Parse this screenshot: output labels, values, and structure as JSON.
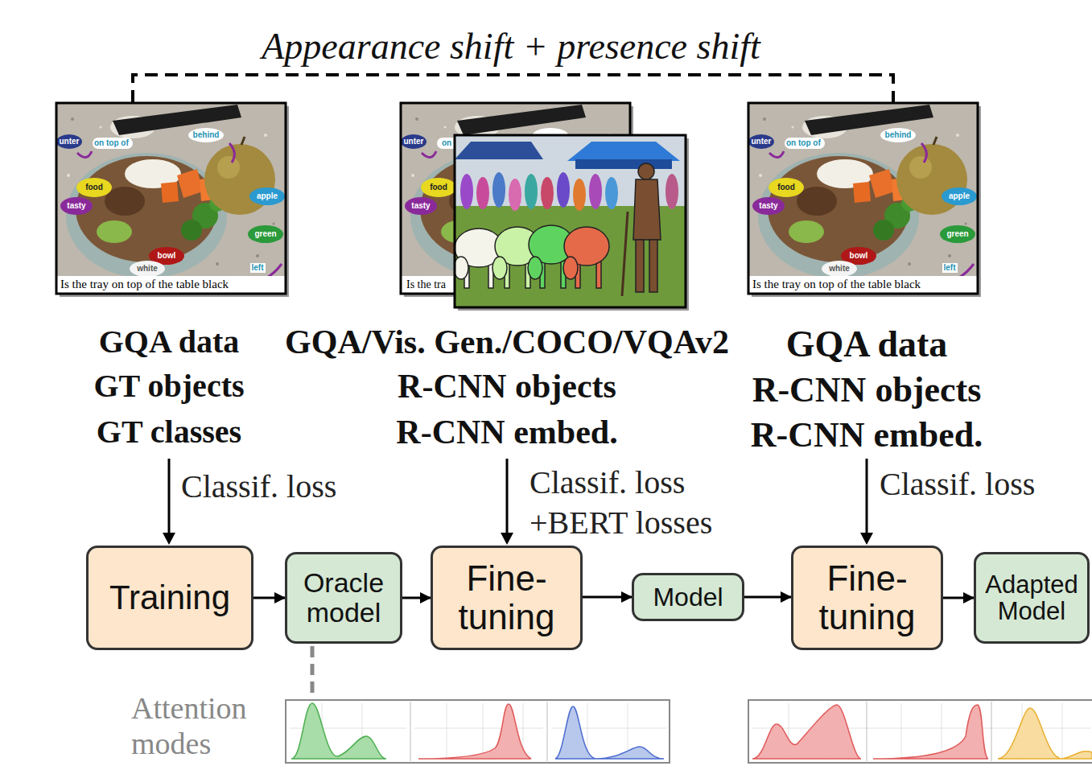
{
  "diagram": {
    "title": "Appearance shift + presence shift",
    "nodes": [
      {
        "text": [
          "Training"
        ]
      },
      {
        "text": [
          "Oracle model"
        ]
      },
      {
        "text": [
          "Fine-tuning"
        ]
      },
      {
        "text": [
          "Model"
        ]
      },
      {
        "text": [
          "Fine-tuning"
        ]
      },
      {
        "text": [
          "Adapted Model"
        ]
      }
    ],
    "edges": [
      {
        "from": 0,
        "to": 1,
        "arrow": "to"
      },
      {
        "from": 1,
        "to": 2,
        "arrow": "to"
      },
      {
        "from": 2,
        "to": 3,
        "arrow": "to"
      },
      {
        "from": 3,
        "to": 4,
        "arrow": "to"
      },
      {
        "from": 4,
        "to": 5,
        "arrow": "to"
      }
    ],
    "labels": [
      "unter",
      "on top of",
      "behind",
      "food",
      "tasty",
      "apple",
      "green",
      "bowl",
      "white",
      "left",
      "Is the tray on top of the table black",
      "unter",
      "on",
      "food",
      "tasty",
      "Is the tra",
      "unter",
      "on top of",
      "behind",
      "food",
      "tasty",
      "apple",
      "green",
      "bowl",
      "white",
      "left",
      "Is the tray on top of the table black",
      "GQA data",
      "GT objects",
      "GT classes",
      "GQA/Vis. Gen./COCO/VQAv2",
      "R-CNN objects",
      "R-CNN embed.",
      "GQA data",
      "R-CNN objects",
      "R-CNN embed.",
      "Classif. loss",
      "Classif. loss",
      "+BERT losses",
      "Classif. loss",
      "Attention modes"
    ]
  }
}
